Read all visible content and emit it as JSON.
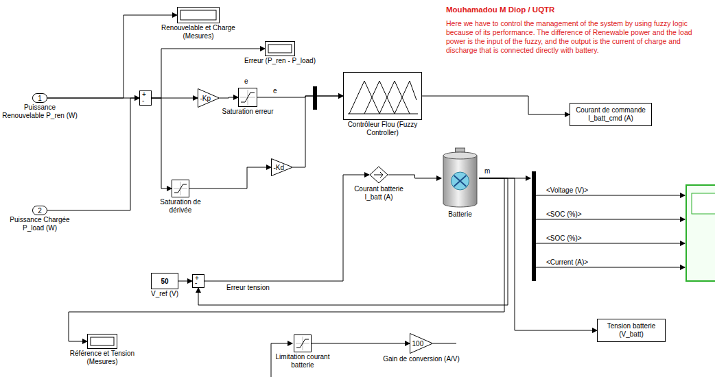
{
  "diagram": {
    "title": "Mouhamadou M Diop / UQTR",
    "nodes": [
      {
        "text": [
          "1",
          "Puissance Renouvelable P_ren (W)"
        ]
      },
      {
        "text": [
          "Renouvelable et Charge (Mesures)"
        ]
      },
      {
        "text": [
          "Erreur (P_ren - P_load)"
        ]
      },
      {
        "text": [
          "+",
          "-"
        ]
      },
      {
        "text": [
          "-Kp"
        ]
      },
      {
        "text": [
          "Saturation erreur"
        ]
      },
      {
        "text": [
          "2",
          "Puissance Chargée P_load (W)"
        ]
      },
      {
        "text": [
          "Saturation de dérivée"
        ]
      },
      {
        "text": [
          "-Kd"
        ]
      },
      {
        "text": [
          "Contrôleur Flou (Fuzzy Controller)"
        ]
      },
      {
        "text": [
          "Courant de commande I_batt_cmd (A)"
        ]
      },
      {
        "text": [
          "Courant batterie I_batt (A)"
        ]
      },
      {
        "text": [
          "Batterie"
        ]
      },
      {
        "text": [
          "50",
          "V_ref (V)"
        ]
      },
      {
        "text": [
          "+",
          "-"
        ]
      },
      {
        "text": [
          "Référence et Tension (Mesures)"
        ]
      },
      {
        "text": [
          "Tension batterie (V_batt)"
        ]
      },
      {
        "text": [
          "Limitation courant batterie"
        ]
      },
      {
        "text": [
          "100",
          "Gain de conversion (A/V)"
        ]
      }
    ],
    "edges": [
      {
        "from": 0,
        "to": 1,
        "arrow": "to"
      },
      {
        "from": 0,
        "to": 3,
        "arrow": "to"
      },
      {
        "from": 6,
        "to": 3,
        "arrow": "to"
      },
      {
        "from": 3,
        "to": 2,
        "arrow": "to"
      },
      {
        "from": 3,
        "to": 4,
        "arrow": "to"
      },
      {
        "from": 3,
        "to": 7,
        "arrow": "to"
      },
      {
        "from": 4,
        "to": 5,
        "arrow": "to"
      },
      {
        "from": 7,
        "to": 8,
        "arrow": "to"
      },
      {
        "from": 5,
        "to": 9,
        "arrow": "to"
      },
      {
        "from": 8,
        "to": 9,
        "arrow": "to"
      },
      {
        "from": 9,
        "to": 10,
        "arrow": "to"
      },
      {
        "from": 14,
        "to": 11,
        "label": "Erreur tension",
        "arrow": "to"
      },
      {
        "from": 11,
        "to": 12,
        "arrow": "to"
      },
      {
        "from": 12,
        "to": 16,
        "arrow": "to"
      },
      {
        "from": 12,
        "to": 14,
        "arrow": "to"
      },
      {
        "from": 12,
        "to": 15,
        "arrow": "to"
      },
      {
        "from": 17,
        "to": 18,
        "arrow": "to"
      },
      {
        "from": 13,
        "to": 14,
        "arrow": "to"
      }
    ],
    "labels": [
      "e",
      "e",
      "m",
      "<Voltage (V)>",
      "<SOC (%)>",
      "<SOC (%)>",
      "<Current (A)>",
      "Here we have to control the management of the system by using fuzzy logic because of its performance. The difference of Renewable power and the load power is the input of the fuzzy, and the output is the current of charge and discharge that is connected directly with battery."
    ]
  }
}
